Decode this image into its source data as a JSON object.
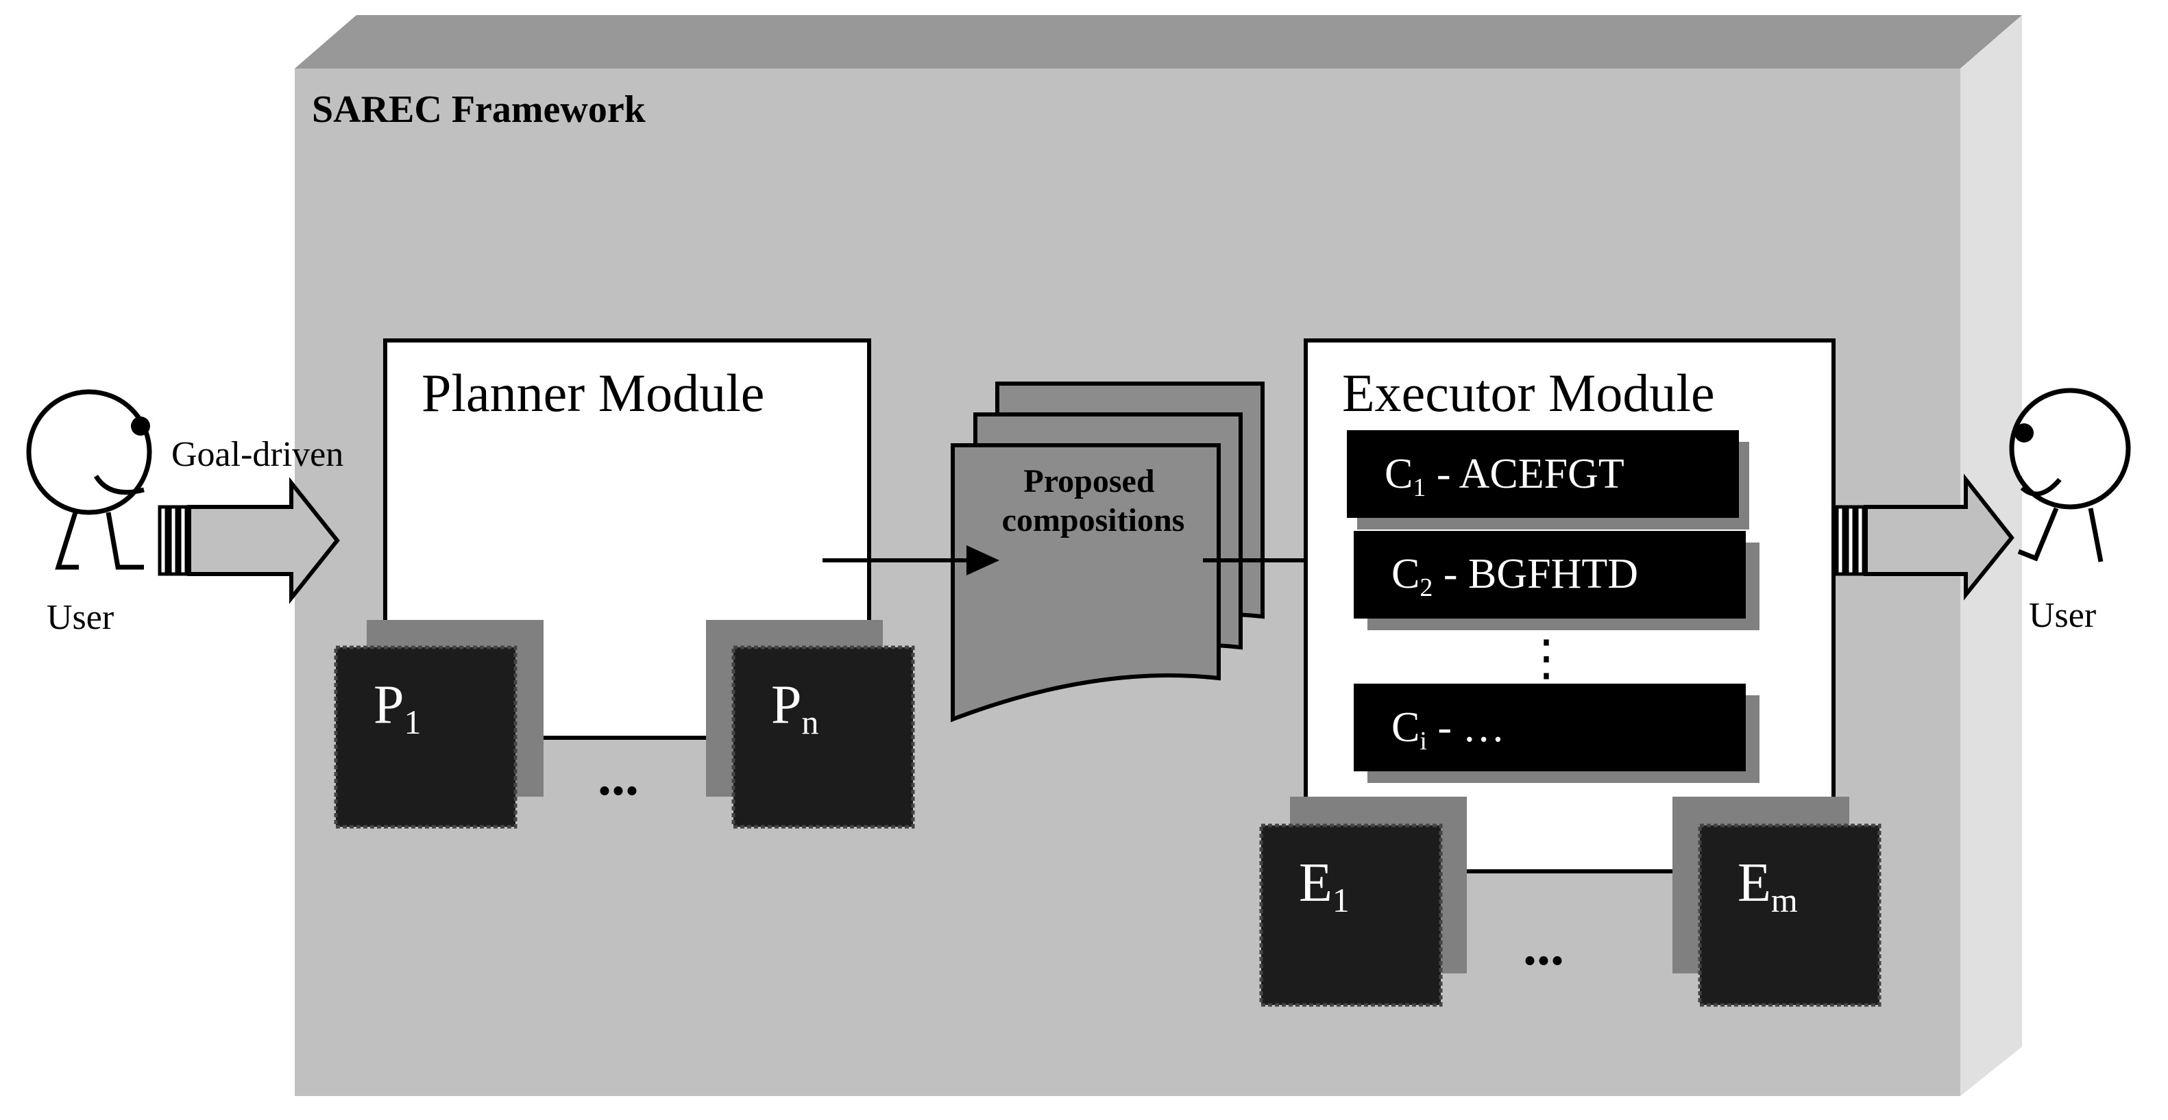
{
  "framework": {
    "title": "SAREC Framework"
  },
  "user_left": {
    "label": "User"
  },
  "user_right": {
    "label": "User"
  },
  "input_arrow": {
    "label": "Goal-driven"
  },
  "planner": {
    "title": "Planner Module",
    "plugins": [
      {
        "base": "P",
        "sub": "1"
      },
      {
        "base": "P",
        "sub": "n"
      }
    ],
    "ellipsis": "..."
  },
  "compositions": {
    "line1": "Proposed",
    "line2": "compositions"
  },
  "executor": {
    "title": "Executor Module",
    "rows": [
      {
        "base": "C",
        "sub": "1",
        "text": " - ACEFGT"
      },
      {
        "base": "C",
        "sub": "2",
        "text": " - BGFHTD"
      },
      {
        "base": "C",
        "sub": "i",
        "text": " - …"
      }
    ],
    "vdots": "⋮",
    "plugins": [
      {
        "base": "E",
        "sub": "1"
      },
      {
        "base": "E",
        "sub": "m"
      }
    ],
    "ellipsis": "..."
  },
  "colors": {
    "frame_front": "#c0c0c0",
    "frame_top": "#989898",
    "frame_side": "#e0e0e0",
    "box_dark": "#1c1c1c",
    "shadow": "#808080",
    "doc": "#8c8c8c"
  }
}
